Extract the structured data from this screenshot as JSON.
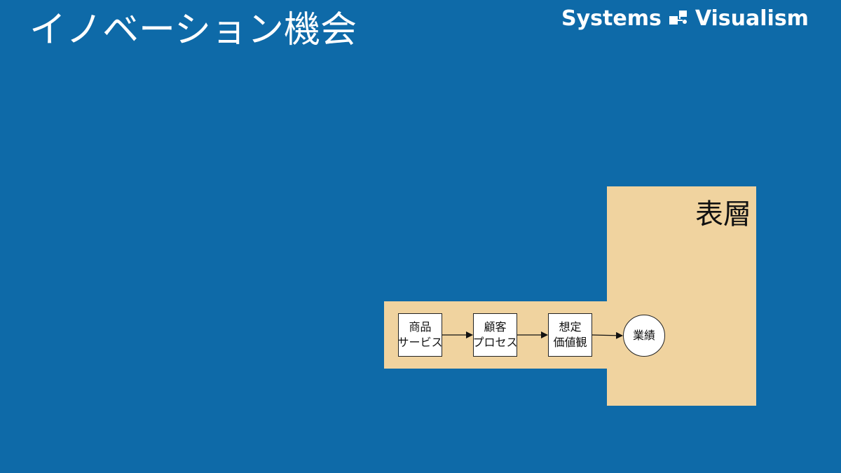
{
  "title": "イノベーション機会",
  "brand": {
    "left": "Systems",
    "right": "Visualism",
    "icon": "systems-visualism-logo-icon"
  },
  "diagram": {
    "layer_label": "表層",
    "nodes": [
      {
        "id": "product",
        "lines": [
          "商品",
          "サービス"
        ],
        "shape": "rect"
      },
      {
        "id": "customer-process",
        "lines": [
          "顧客",
          "プロセス"
        ],
        "shape": "rect"
      },
      {
        "id": "assumed-value",
        "lines": [
          "想定",
          "価値観"
        ],
        "shape": "rect"
      },
      {
        "id": "performance",
        "lines": [
          "業績"
        ],
        "shape": "circle"
      }
    ],
    "edges": [
      [
        "product",
        "customer-process"
      ],
      [
        "customer-process",
        "assumed-value"
      ],
      [
        "assumed-value",
        "performance"
      ]
    ]
  },
  "colors": {
    "background": "#0e6aa8",
    "layer_fill": "#f0d39f",
    "node_fill": "#ffffff",
    "stroke": "#222222",
    "title_text": "#ffffff"
  }
}
